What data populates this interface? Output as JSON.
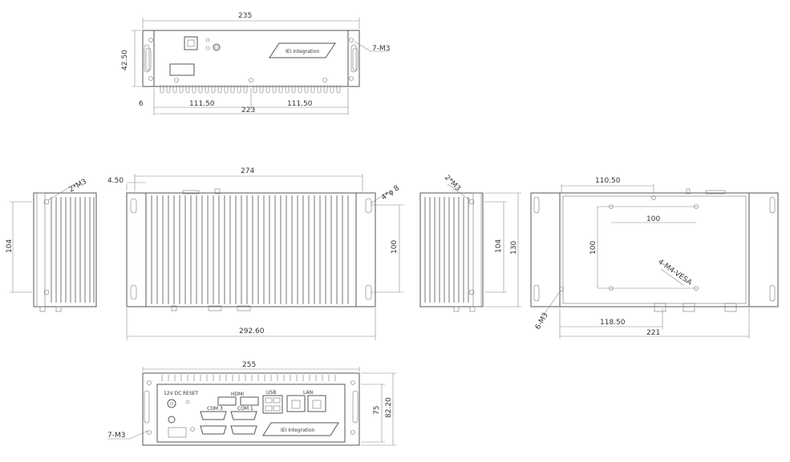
{
  "dimensions": {
    "front_width": "235",
    "front_height": "42.50",
    "front_offset": "6",
    "front_half_left": "111.50",
    "front_half_right": "111.50",
    "front_mount_span": "223",
    "front_screw": "7-M3",
    "top_length": "274",
    "top_offset": "4.50",
    "top_overall": "292.60",
    "top_slot": "4*φ 8",
    "top_slot_spacing": "100",
    "left_screws": "2*M3",
    "left_height": "104",
    "right_screws": "2*M3",
    "right_height_inner": "104",
    "right_height_outer": "130",
    "bottom_dim_top": "110.50",
    "bottom_vesa_h": "100",
    "bottom_vesa_v": "100",
    "bottom_vesa_label": "4-M4-VESA",
    "bottom_screw": "6-M3",
    "bottom_offset": "118.50",
    "bottom_overall": "221",
    "rear_width": "255",
    "rear_height_inner": "75",
    "rear_height_outer": "82.20",
    "rear_screw": "7-M3"
  },
  "labels": {
    "brand": "IEI Integration",
    "rear_brand": "IEI Integration",
    "dc_in": "12V DC",
    "reset": "RESET",
    "com3": "COM 3",
    "com1": "COM 1",
    "hdmi": "HDMI",
    "usb": "USB",
    "lan": "LAN"
  }
}
